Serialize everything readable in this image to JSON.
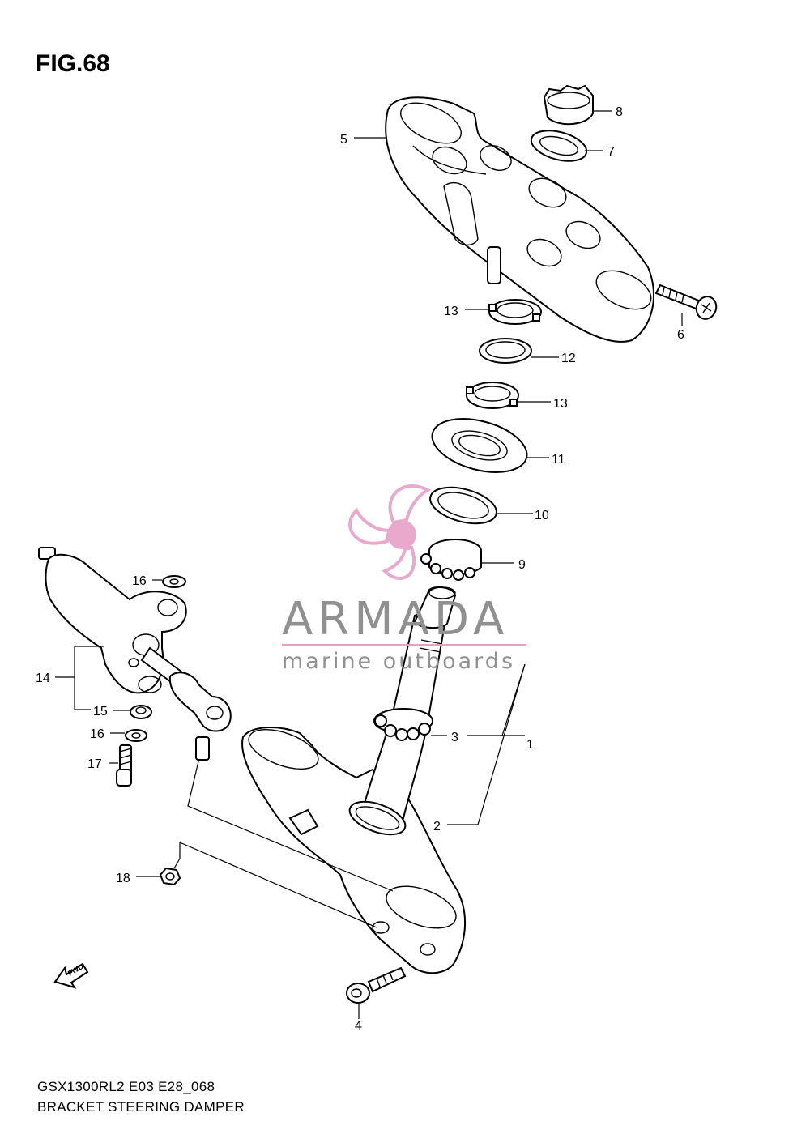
{
  "figure": {
    "title": "FIG.68",
    "model_code": "GSX1300RL2 E03 E28_068",
    "name": "BRACKET STEERING DAMPER"
  },
  "watermark": {
    "brand": "ARMADA",
    "tagline": "marine outboards",
    "logo_color": "#e6a0c8",
    "text_color": "#909090"
  },
  "fwd_label": "FWD",
  "callouts": {
    "c1": "1",
    "c2": "2",
    "c3": "3",
    "c4": "4",
    "c5": "5",
    "c6": "6",
    "c7": "7",
    "c8": "8",
    "c9": "9",
    "c10": "10",
    "c11": "11",
    "c12": "12",
    "c13a": "13",
    "c13b": "13",
    "c14": "14",
    "c15": "15",
    "c16a": "16",
    "c16b": "16",
    "c17": "17",
    "c18": "18"
  }
}
